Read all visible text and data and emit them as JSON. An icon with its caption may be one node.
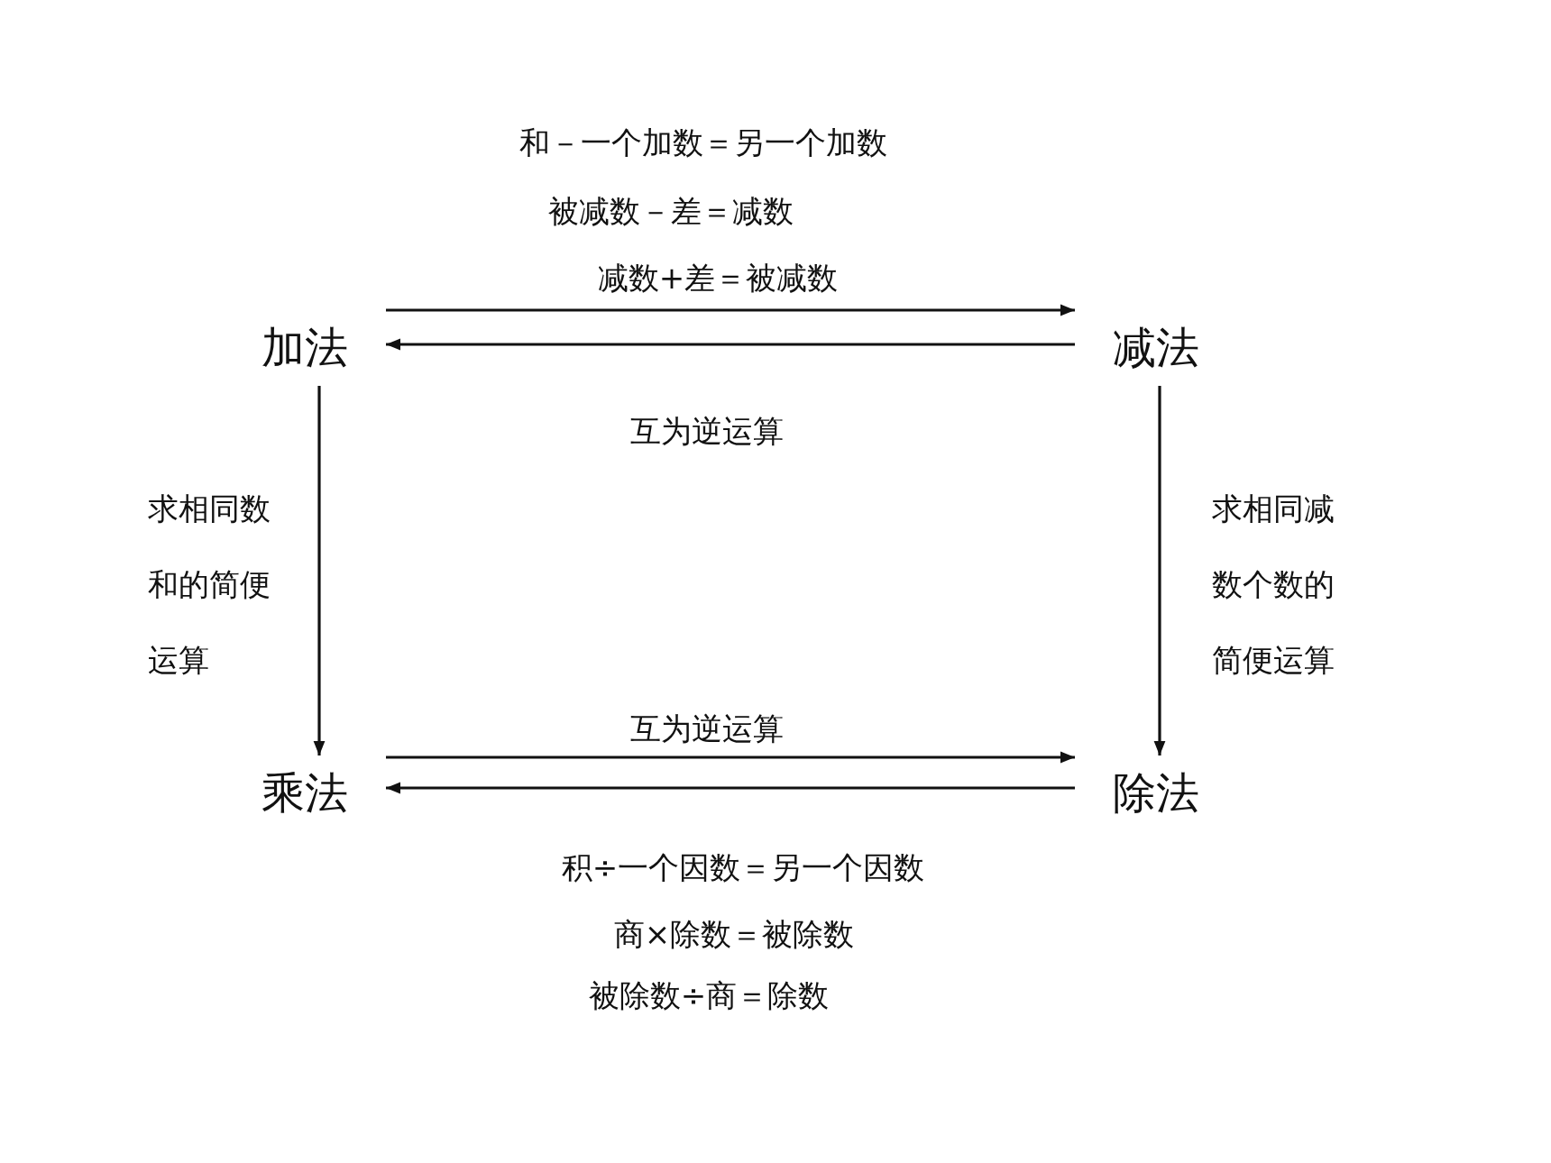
{
  "diagram": {
    "nodes": [
      {
        "text": [
          "加法"
        ]
      },
      {
        "text": [
          "减法"
        ]
      },
      {
        "text": [
          "乘法"
        ]
      },
      {
        "text": [
          "除法"
        ]
      }
    ],
    "edges": [
      {
        "from": 0,
        "to": 1,
        "arrow": "to"
      },
      {
        "from": 1,
        "to": 0,
        "arrow": "to"
      },
      {
        "from": 0,
        "to": 2,
        "arrow": "to",
        "label": "求相同数和的简便运算"
      },
      {
        "from": 1,
        "to": 3,
        "arrow": "to",
        "label": "求相同减数个数的简便运算"
      },
      {
        "from": 2,
        "to": 3,
        "arrow": "to",
        "label": "互为逆运算"
      },
      {
        "from": 3,
        "to": 2,
        "arrow": "to"
      }
    ],
    "labels": [
      "和－一个加数＝另一个加数",
      "被减数－差＝减数",
      "减数+差＝被减数",
      "互为逆运算",
      "积÷一个因数＝另一个因数",
      "商×除数＝被除数",
      "被除数÷商＝除数"
    ]
  }
}
